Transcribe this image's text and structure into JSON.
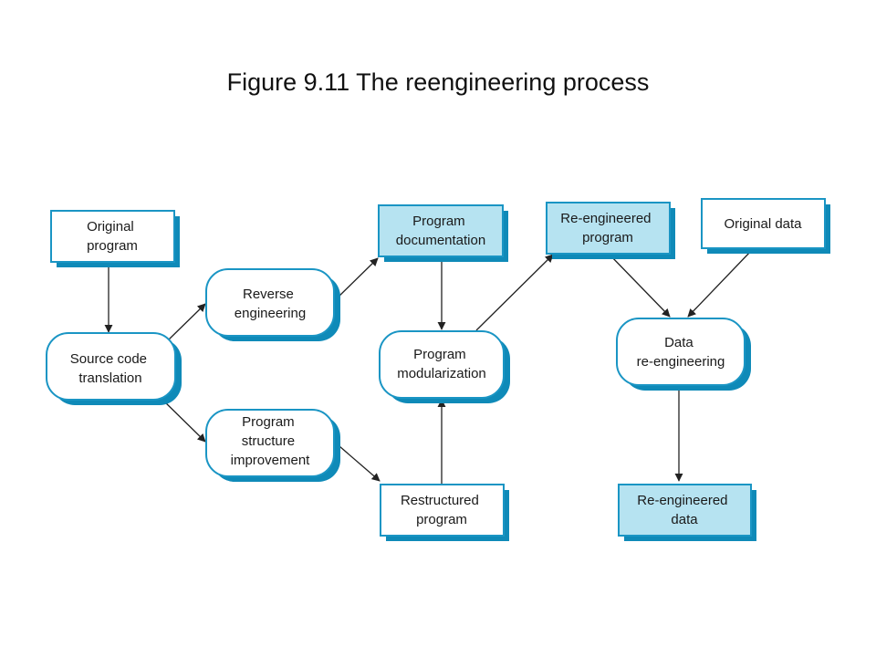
{
  "title": "Figure 9.11 The reengineering process",
  "colors": {
    "box_border": "#1a95c4",
    "box_shadow": "#0f8ab8",
    "output_fill": "#b6e3f1",
    "arrow": "#222222"
  },
  "nodes": {
    "original_program": {
      "lines": [
        "Original",
        "program"
      ]
    },
    "source_code_translation": {
      "lines": [
        "Source code",
        "translation"
      ]
    },
    "reverse_engineering": {
      "lines": [
        "Reverse",
        "engineering"
      ]
    },
    "program_structure_improvement": {
      "lines": [
        "Program",
        "structure",
        "improvement"
      ]
    },
    "program_documentation": {
      "lines": [
        "Program",
        "documentation"
      ]
    },
    "program_modularization": {
      "lines": [
        "Program",
        "modularization"
      ]
    },
    "restructured_program": {
      "lines": [
        "Restructured",
        "program"
      ]
    },
    "reengineered_program": {
      "lines": [
        "Re-engineered",
        "program"
      ]
    },
    "original_data": {
      "lines": [
        "Original data"
      ]
    },
    "data_reengineering": {
      "lines": [
        "Data",
        "re-engineering"
      ]
    },
    "reengineered_data": {
      "lines": [
        "Re-engineered",
        "data"
      ]
    }
  },
  "edges": [
    [
      "original_program",
      "source_code_translation"
    ],
    [
      "source_code_translation",
      "reverse_engineering"
    ],
    [
      "source_code_translation",
      "program_structure_improvement"
    ],
    [
      "reverse_engineering",
      "program_documentation"
    ],
    [
      "program_documentation",
      "program_modularization"
    ],
    [
      "program_structure_improvement",
      "restructured_program"
    ],
    [
      "restructured_program",
      "program_modularization"
    ],
    [
      "program_modularization",
      "reengineered_program"
    ],
    [
      "reengineered_program",
      "data_reengineering"
    ],
    [
      "original_data",
      "data_reengineering"
    ],
    [
      "data_reengineering",
      "reengineered_data"
    ]
  ]
}
